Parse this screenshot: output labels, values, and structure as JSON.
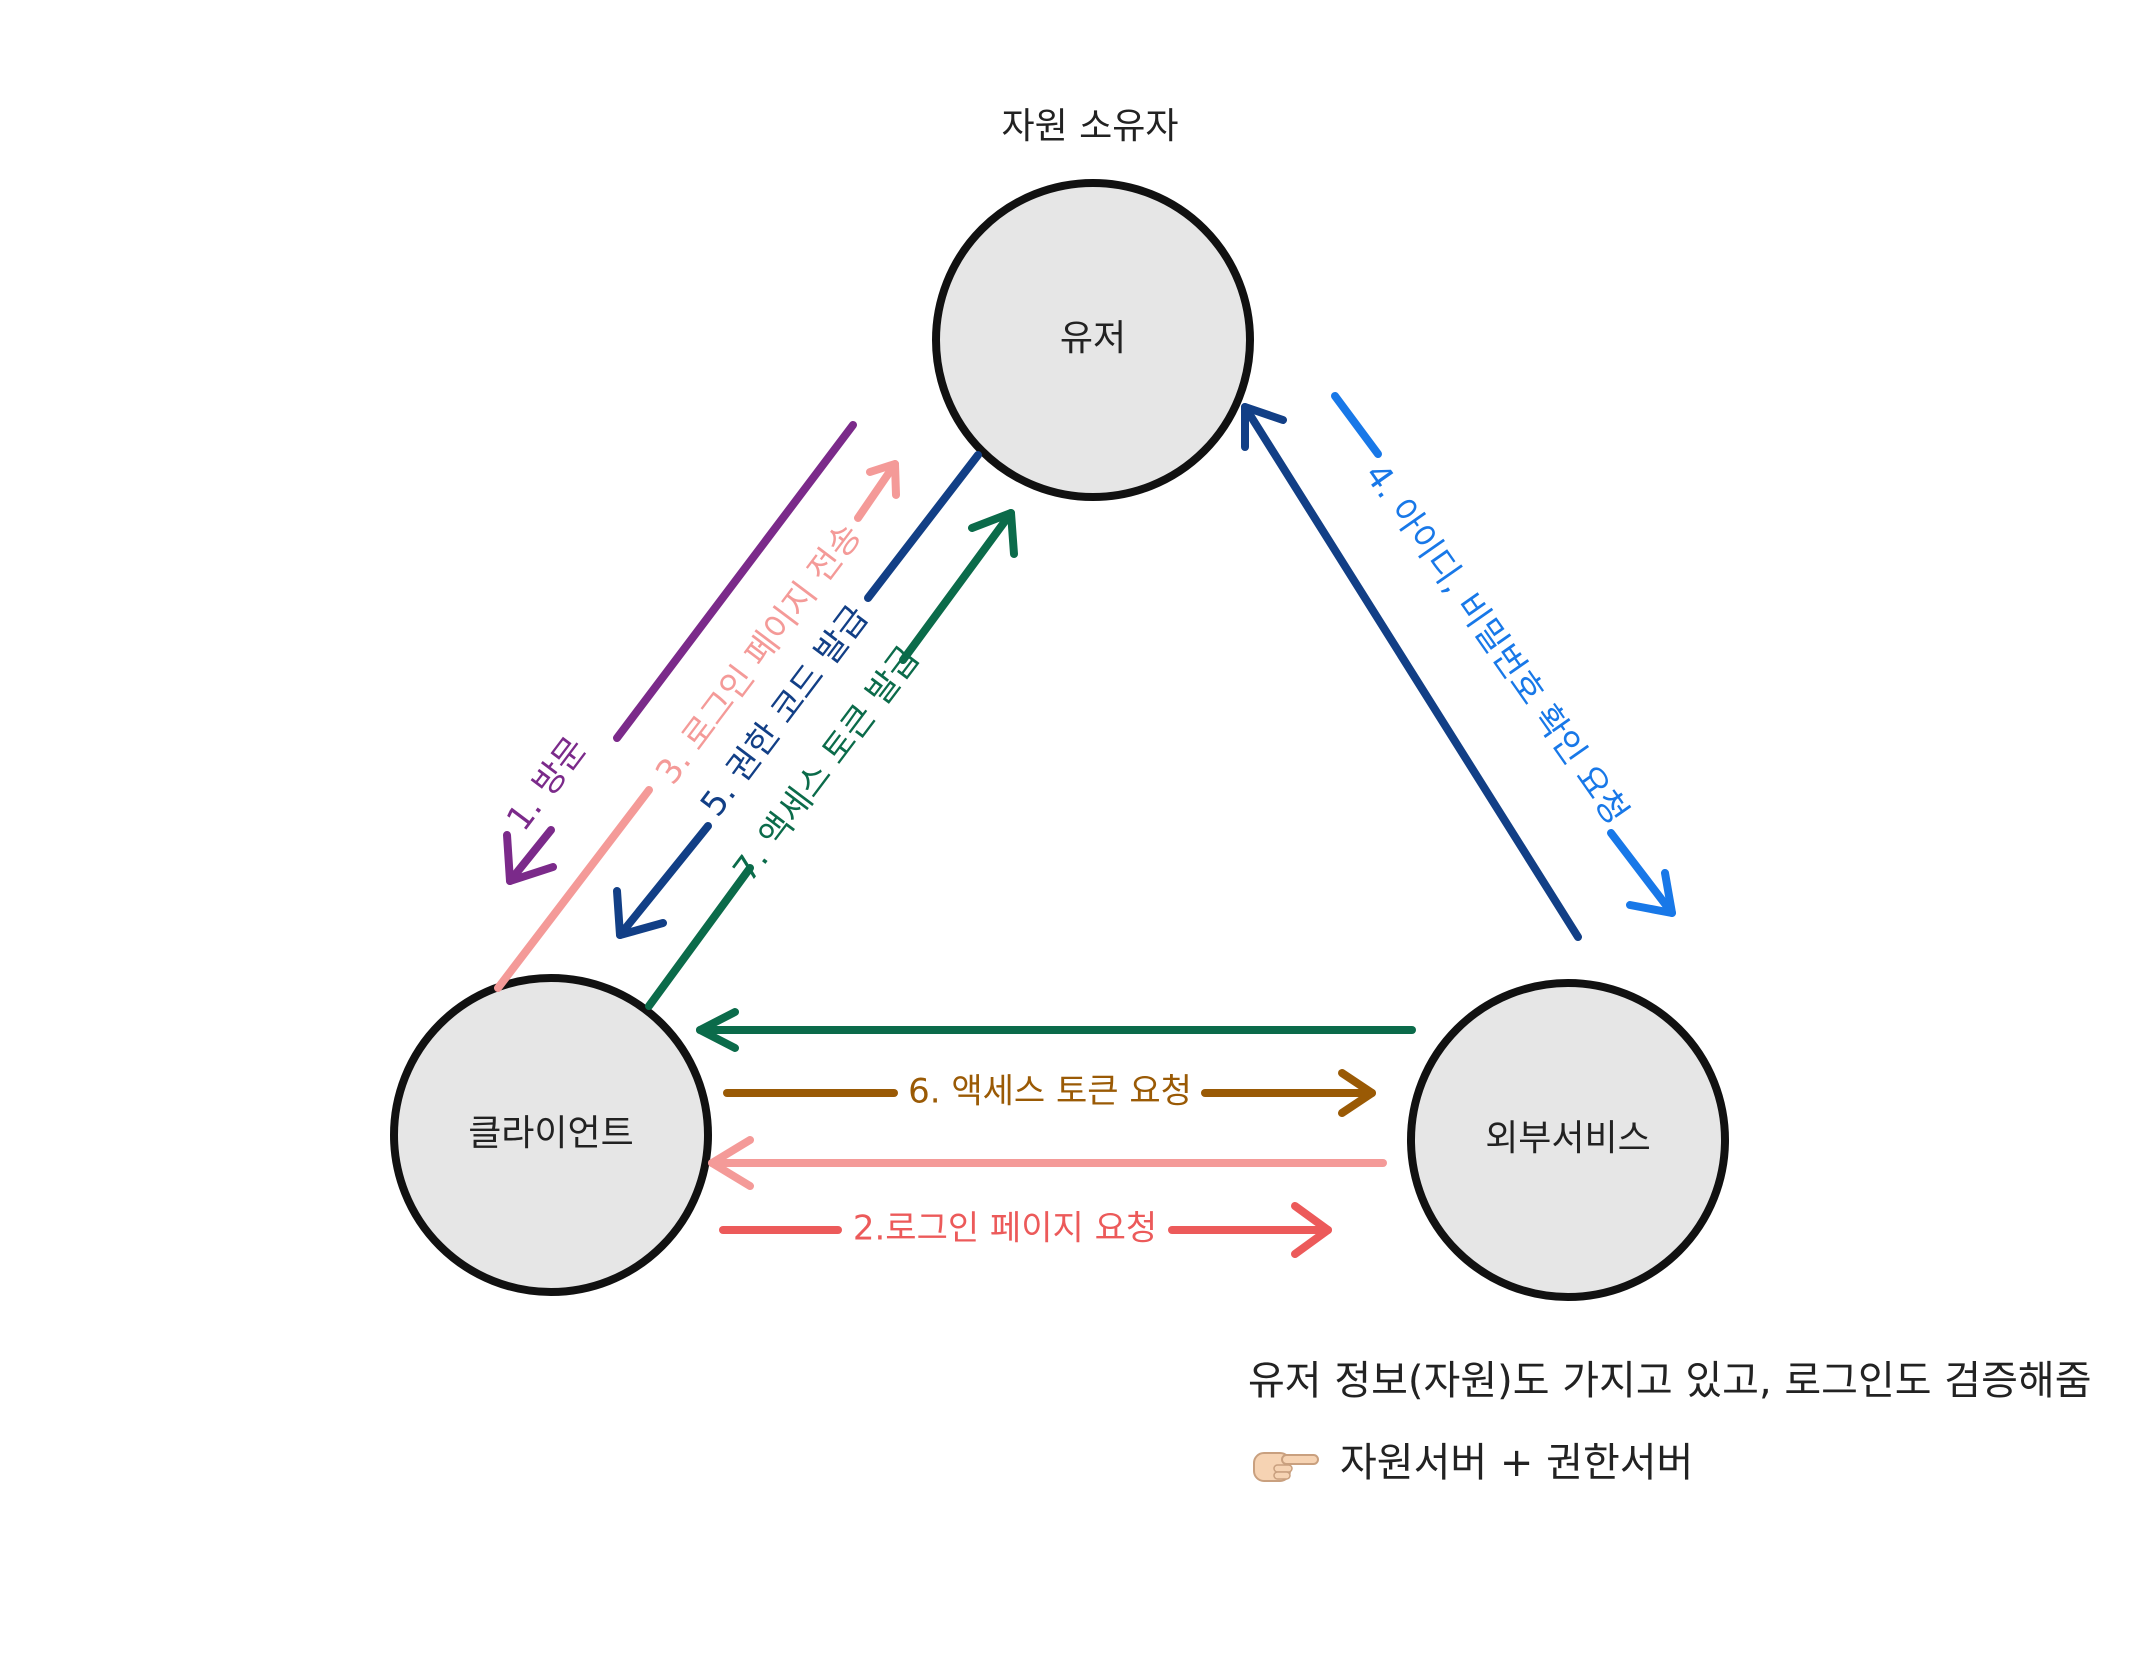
{
  "diagram": {
    "top_caption": "자원 소유자",
    "nodes": {
      "user": "유저",
      "client": "클라이언트",
      "external": "외부서비스"
    },
    "edges": {
      "e1": {
        "label": "1. 방문",
        "color": "#7b2a8a"
      },
      "e2": {
        "label": "2.로그인 페이지 요청",
        "color": "#ec5a5a"
      },
      "e3": {
        "label": "3. 로그인 페이지 전송",
        "color": "#f49a98"
      },
      "e4": {
        "label": "4. 아이디, 비밀번호 확인 요청",
        "color": "#1878e8"
      },
      "e5": {
        "label": "5. 권한 코드 발급",
        "color": "#123f86"
      },
      "e6": {
        "label": "6. 액세스 토큰 요청",
        "color": "#9a5a05"
      },
      "e7": {
        "label": "7. 액세스 토큰 발급",
        "color": "#0b6b4a"
      }
    },
    "other_colors": {
      "user_from_external": "#123f86",
      "token_to_client": "#0b6b4a",
      "page_to_client": "#f49a98"
    }
  },
  "notes": {
    "line1": "유저 정보(자원)도 가지고 있고, 로그인도 검증해줌",
    "line2": "자원서버 + 권한서버",
    "icon": "pointing-hand-icon"
  }
}
